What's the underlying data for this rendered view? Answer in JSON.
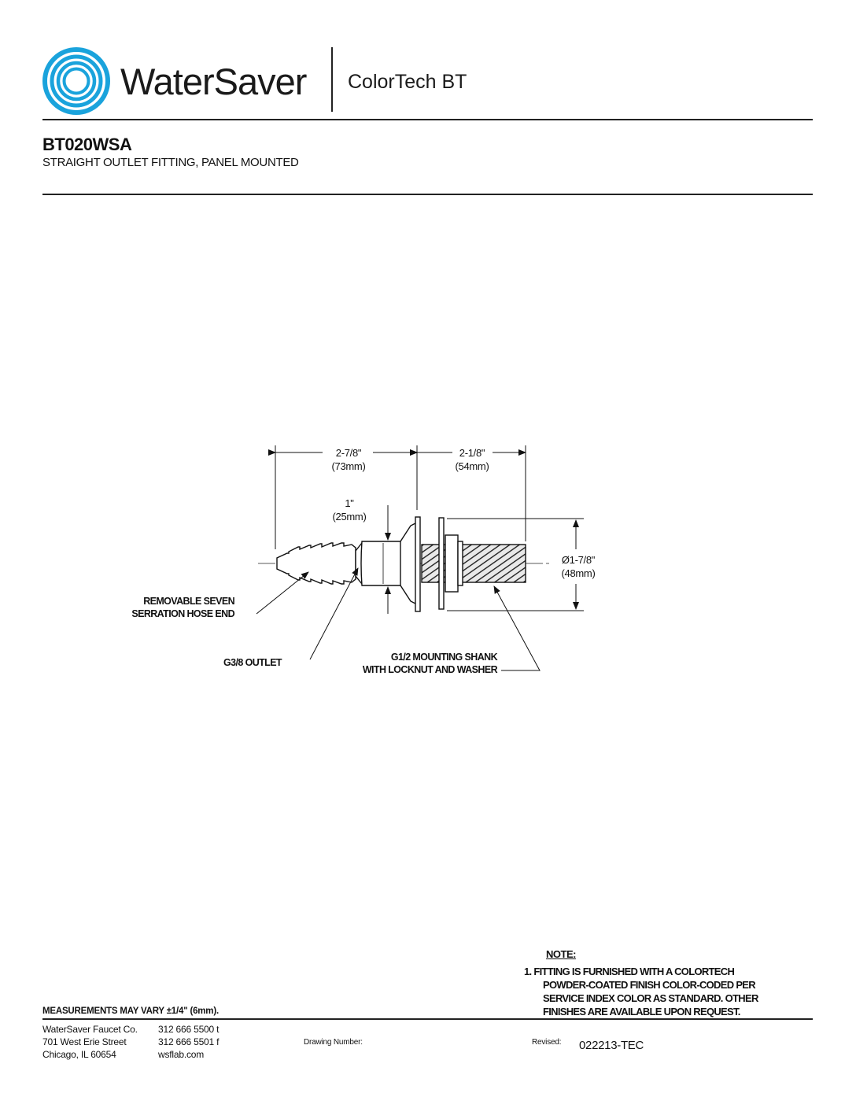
{
  "header": {
    "brand": "WaterSaver",
    "product_line": "ColorTech BT",
    "logo_icon": "concentric-rings-logo",
    "brand_color": "#1aa3dc"
  },
  "title": {
    "model": "BT020WSA",
    "description": "STRAIGHT OUTLET FITTING, PANEL MOUNTED"
  },
  "drawing": {
    "dim_overall_length": {
      "imperial": "2-7/8\"",
      "metric": "(73mm)"
    },
    "dim_shank_length": {
      "imperial": "2-1/8\"",
      "metric": "(54mm)"
    },
    "dim_body_diameter": {
      "imperial": "1\"",
      "metric": "(25mm)"
    },
    "dim_flange_diameter": {
      "imperial": "Ø1-7/8\"",
      "metric": "(48mm)"
    },
    "callouts": {
      "hose_end": [
        "REMOVABLE SEVEN",
        "SERRATION HOSE END"
      ],
      "outlet": "G3/8 OUTLET",
      "shank": [
        "G1/2 MOUNTING SHANK",
        "WITH LOCKNUT AND WASHER"
      ]
    }
  },
  "note": {
    "heading": "NOTE:",
    "lines": [
      "1. FITTING IS FURNISHED WITH A COLORTECH",
      "POWDER-COATED FINISH COLOR-CODED PER",
      "SERVICE INDEX COLOR AS STANDARD. OTHER",
      "FINISHES ARE AVAILABLE UPON REQUEST."
    ]
  },
  "footer": {
    "measurement_note": "MEASUREMENTS MAY VARY ±1/4\" (6mm).",
    "company": [
      "WaterSaver Faucet Co.",
      "701 West Erie Street",
      "Chicago, IL 60654"
    ],
    "contact": [
      "312 666 5500 t",
      "312 666 5501 f",
      "wsflab.com"
    ],
    "drawing_number_label": "Drawing Number:",
    "revised_label": "Revised:",
    "revised_value": "022213-TEC"
  }
}
